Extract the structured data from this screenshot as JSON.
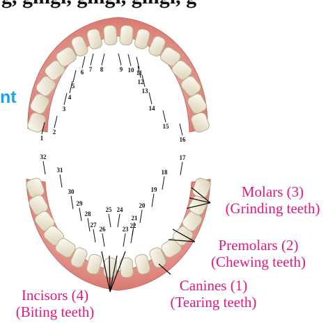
{
  "top_text": "g, gingi, gingi, gingi, g",
  "side_fragment": "nt",
  "upper_numbers": [
    "1",
    "2",
    "3",
    "4",
    "5",
    "6",
    "7",
    "8",
    "9",
    "10",
    "11",
    "12",
    "13",
    "14",
    "15",
    "16"
  ],
  "lower_numbers": [
    "17",
    "18",
    "19",
    "20",
    "21",
    "22",
    "23",
    "24",
    "25",
    "26",
    "27",
    "28",
    "29",
    "30",
    "31",
    "32"
  ],
  "labels": {
    "molars": {
      "line1": "Molars (3)",
      "line2": "(Grinding teeth)"
    },
    "premolars": {
      "line1": "Premolars (2)",
      "line2": "(Chewing teeth)"
    },
    "canines": {
      "line1": "Canines (1)",
      "line2": "(Tearing teeth)"
    },
    "incisors": {
      "line1": "Incisors (4)",
      "line2": "(Biting teeth)"
    }
  },
  "colors": {
    "label": "#e0197d",
    "side_fragment": "#1aa3e8",
    "gum": "#e79a9a",
    "tooth": "#f3ecd9"
  }
}
